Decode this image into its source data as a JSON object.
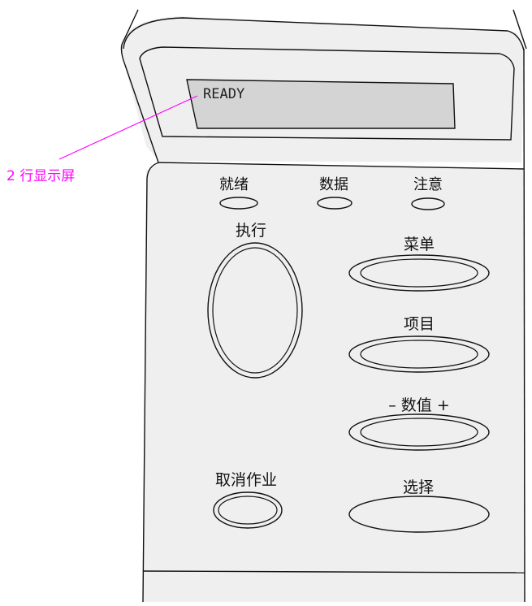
{
  "display": {
    "text": "READY",
    "callout_label": "2 行显示屏"
  },
  "indicators": {
    "ready": "就绪",
    "data": "数据",
    "attention": "注意"
  },
  "buttons": {
    "go": "执行",
    "menu": "菜单",
    "item": "项目",
    "value": "– 数值 +",
    "cancel_job": "取消作业",
    "select": "选择"
  },
  "colors": {
    "panel_fill": "#efefef",
    "lcd_fill": "#d4d4d4",
    "outline": "#111111",
    "callout": "#ff00ff"
  }
}
